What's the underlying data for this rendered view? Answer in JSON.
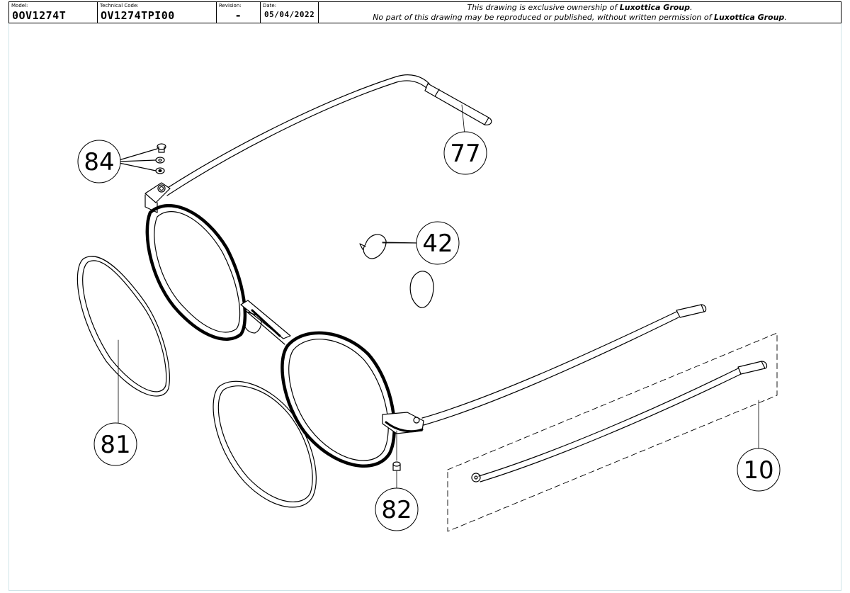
{
  "title_block": {
    "model_label": "Model:",
    "model_value": "0OV1274T",
    "technical_code_label": "Technical Code:",
    "technical_code_value": "OV1274TPI00",
    "revision_label": "Revision:",
    "revision_value": "-",
    "date_label": "Date:",
    "date_value": "05/04/2022",
    "notice_line1_prefix": "This drawing is exclusive ownership of ",
    "notice_line1_owner": "Luxottica Group",
    "notice_line1_suffix": ".",
    "notice_line2_prefix": "No part of this drawing may be reproduced or published, without written permission of ",
    "notice_line2_owner": "Luxottica Group",
    "notice_line2_suffix": "."
  },
  "callouts": {
    "temple_tip": "77",
    "screws": "84",
    "nose_pads": "42",
    "lens_left": "81",
    "hinge_screw": "82",
    "temple_replacement": "10"
  }
}
